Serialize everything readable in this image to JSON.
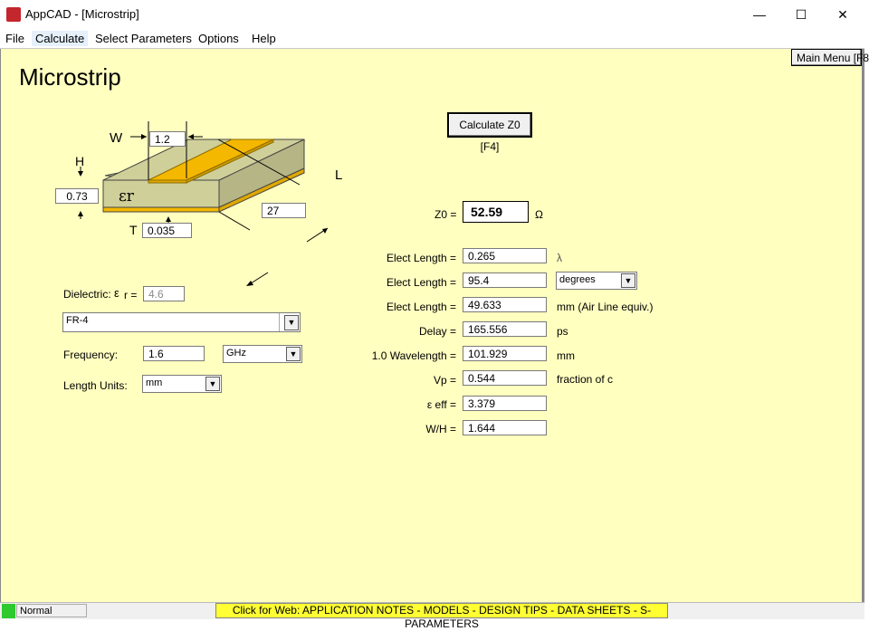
{
  "window": {
    "title": "AppCAD - [Microstrip]",
    "min_glyph": "—",
    "max_glyph": "☐",
    "close_glyph": "✕"
  },
  "menu": [
    "File",
    "Calculate",
    "Select Parameters",
    "Options",
    "Help"
  ],
  "page": {
    "heading": "Microstrip",
    "main_menu_button": "Main Menu [F8",
    "calculate_button": "Calculate Z0  [F4]"
  },
  "diagram": {
    "w_label": "W",
    "w_value": "1.2",
    "h_label": "H",
    "h_value": "0.73",
    "t_label": "T",
    "t_value": "0.035",
    "l_label": "L",
    "l_value": "27",
    "er_symbol": "εr"
  },
  "inputs": {
    "dielectric_label": "Dielectric:",
    "dielectric_er_symbol": "ε",
    "dielectric_er_suffix": "r =",
    "dielectric_er_value": "4.6",
    "dielectric_material": "FR-4",
    "frequency_label": "Frequency:",
    "frequency_value": "1.6",
    "frequency_unit": "GHz",
    "length_units_label": "Length Units:",
    "length_units_value": "mm"
  },
  "results": {
    "z0_label": "Z0 =",
    "z0_value": "52.59",
    "z0_unit": "Ω",
    "rows": [
      {
        "label": "Elect Length =",
        "value": "0.265",
        "unit": "λ"
      },
      {
        "label": "Elect Length =",
        "value": "95.4",
        "unit": "degrees"
      },
      {
        "label": "Elect Length =",
        "value": "49.633",
        "unit": "mm  (Air Line equiv.)"
      },
      {
        "label": "Delay =",
        "value": "165.556",
        "unit": "ps"
      },
      {
        "label": "1.0 Wavelength =",
        "value": "101.929",
        "unit": "mm"
      },
      {
        "label": "Vp =",
        "value": "0.544",
        "unit": "fraction of c"
      },
      {
        "label": "ε eff =",
        "value": "3.379",
        "unit": ""
      },
      {
        "label": "W/H =",
        "value": "1.644",
        "unit": ""
      }
    ]
  },
  "status": {
    "mode": "Normal",
    "web_link": "Click for Web: APPLICATION NOTES - MODELS - DESIGN TIPS - DATA SHEETS - S-PARAMETERS"
  }
}
